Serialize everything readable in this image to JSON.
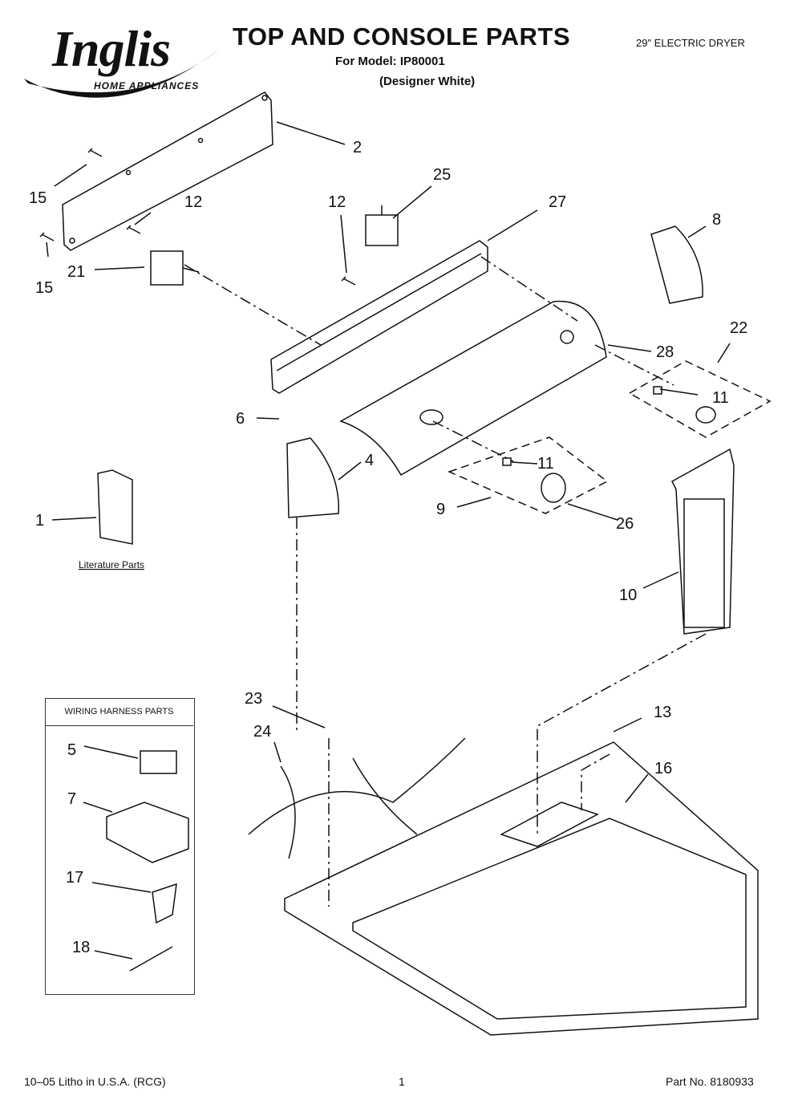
{
  "brand": {
    "name": "Inglis",
    "tagline": "HOME APPLIANCES"
  },
  "header": {
    "title": "TOP AND CONSOLE PARTS",
    "model_line": "For Model: IP80001",
    "finish": "(Designer White)",
    "product_type": "29\" ELECTRIC DRYER"
  },
  "callouts": [
    "2",
    "15",
    "12",
    "21",
    "15",
    "12",
    "25",
    "27",
    "8",
    "22",
    "28",
    "11",
    "6",
    "4",
    "11",
    "1",
    "9",
    "26",
    "10",
    "23",
    "13",
    "24",
    "16",
    "5",
    "7",
    "17",
    "18"
  ],
  "literature_label": "Literature Parts",
  "harness_box": {
    "title": "WIRING HARNESS PARTS"
  },
  "footer": {
    "litho": "10–05 Litho in U.S.A. (RCG)",
    "page": "1",
    "part_no": "Part No. 8180933"
  }
}
